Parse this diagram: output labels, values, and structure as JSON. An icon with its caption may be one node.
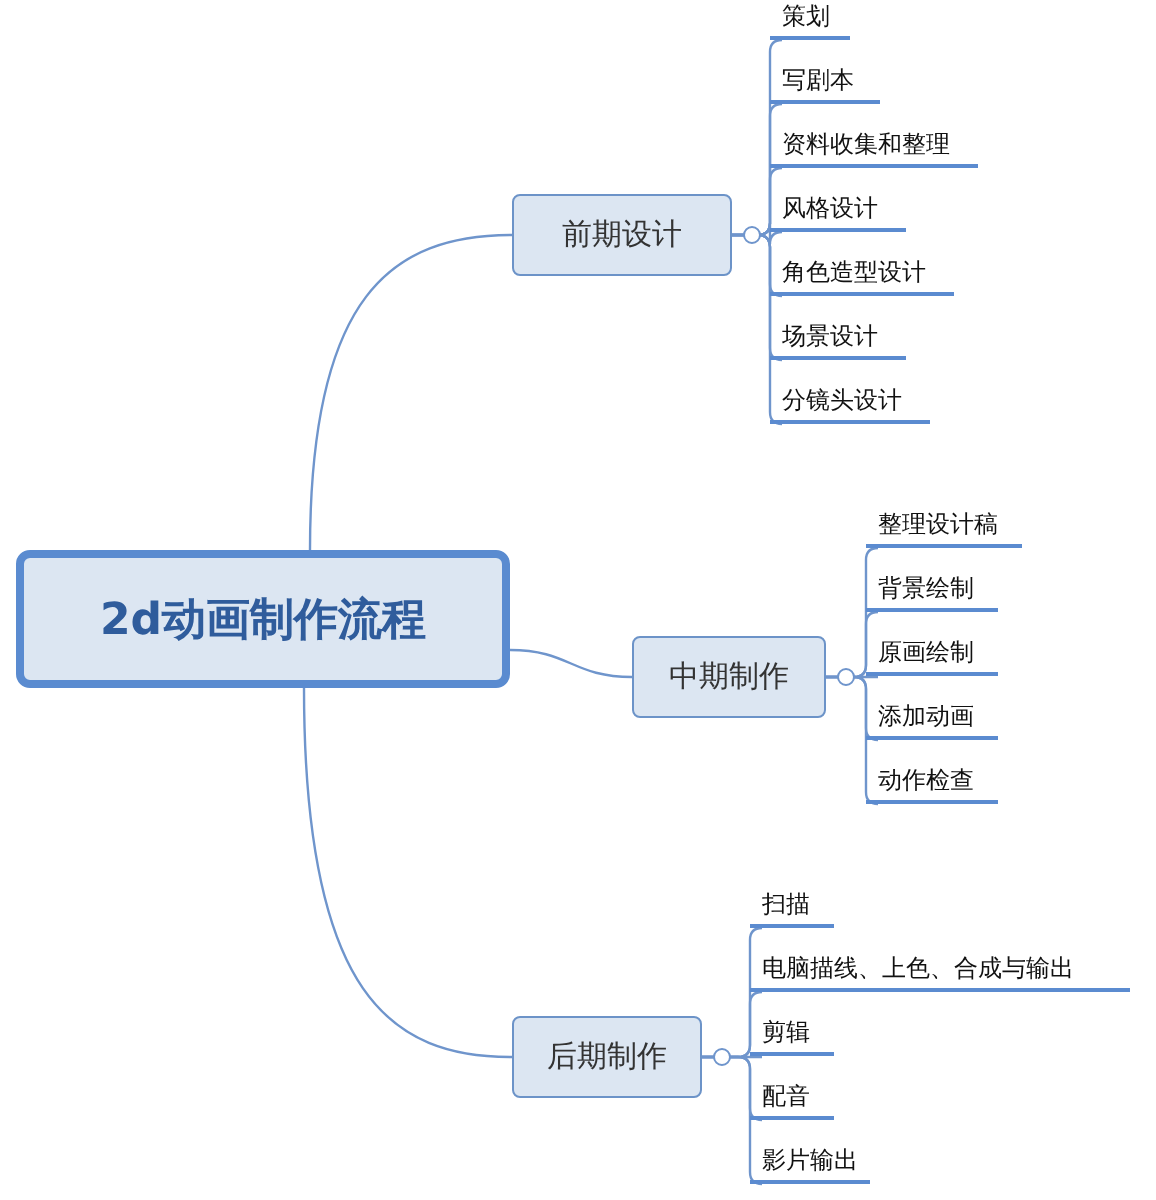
{
  "diagram": {
    "nodes": [
      {
        "text": [
          "2d动画制作流程"
        ]
      },
      {
        "text": [
          "前期设计"
        ]
      },
      {
        "text": [
          "中期制作"
        ]
      },
      {
        "text": [
          "后期制作"
        ]
      },
      {
        "text": [
          "策划"
        ]
      },
      {
        "text": [
          "写剧本"
        ]
      },
      {
        "text": [
          "资料收集和整理"
        ]
      },
      {
        "text": [
          "风格设计"
        ]
      },
      {
        "text": [
          "角色造型设计"
        ]
      },
      {
        "text": [
          "场景设计"
        ]
      },
      {
        "text": [
          "分镜头设计"
        ]
      },
      {
        "text": [
          "整理设计稿"
        ]
      },
      {
        "text": [
          "背景绘制"
        ]
      },
      {
        "text": [
          "原画绘制"
        ]
      },
      {
        "text": [
          "添加动画"
        ]
      },
      {
        "text": [
          "动作检查"
        ]
      },
      {
        "text": [
          "扫描"
        ]
      },
      {
        "text": [
          "电脑描线、上色、合成与输出"
        ]
      },
      {
        "text": [
          "剪辑"
        ]
      },
      {
        "text": [
          "配音"
        ]
      },
      {
        "text": [
          "影片输出"
        ]
      }
    ],
    "edges": [
      {
        "from": 0,
        "to": 1,
        "arrow": "none"
      },
      {
        "from": 0,
        "to": 2,
        "arrow": "none"
      },
      {
        "from": 0,
        "to": 3,
        "arrow": "none"
      },
      {
        "from": 1,
        "to": 4,
        "arrow": "none"
      },
      {
        "from": 1,
        "to": 5,
        "arrow": "none"
      },
      {
        "from": 1,
        "to": 6,
        "arrow": "none"
      },
      {
        "from": 1,
        "to": 7,
        "arrow": "none"
      },
      {
        "from": 1,
        "to": 8,
        "arrow": "none"
      },
      {
        "from": 1,
        "to": 9,
        "arrow": "none"
      },
      {
        "from": 1,
        "to": 10,
        "arrow": "none"
      },
      {
        "from": 2,
        "to": 11,
        "arrow": "none"
      },
      {
        "from": 2,
        "to": 12,
        "arrow": "none"
      },
      {
        "from": 2,
        "to": 13,
        "arrow": "none"
      },
      {
        "from": 2,
        "to": 14,
        "arrow": "none"
      },
      {
        "from": 2,
        "to": 15,
        "arrow": "none"
      },
      {
        "from": 3,
        "to": 16,
        "arrow": "none"
      },
      {
        "from": 3,
        "to": 17,
        "arrow": "none"
      },
      {
        "from": 3,
        "to": 18,
        "arrow": "none"
      },
      {
        "from": 3,
        "to": 19,
        "arrow": "none"
      },
      {
        "from": 3,
        "to": 20,
        "arrow": "none"
      }
    ]
  }
}
